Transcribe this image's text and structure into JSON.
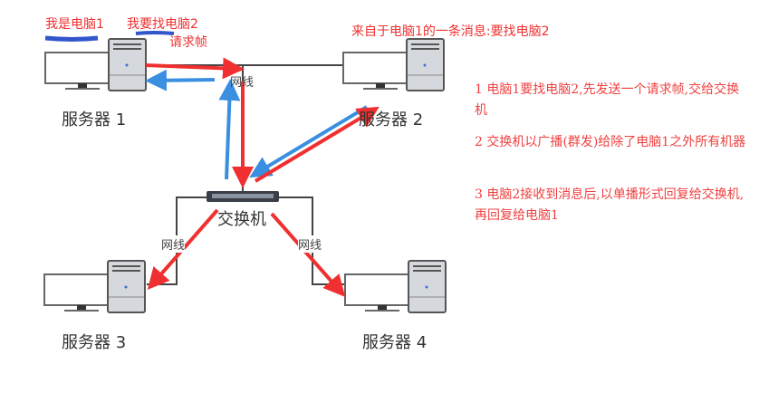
{
  "annotations": {
    "pc1_self": "我是电脑1",
    "pc1_want": "我要找电脑2",
    "request_frame": "请求帧",
    "message_from": "来自于电脑1的一条消息:要找电脑2"
  },
  "nodes": {
    "server1": "服务器 1",
    "server2": "服务器 2",
    "server3": "服务器 3",
    "server4": "服务器 4",
    "switch": "交换机"
  },
  "wires": {
    "top": "网线",
    "left": "网线",
    "right": "网线"
  },
  "notes": [
    "1  电脑1要找电脑2,先发送一个请求帧,交给交换机",
    "2  交换机以广播(群发)给除了电脑1之外所有机器",
    "3  电脑2接收到消息后,以单播形式回复给交换机,再回复给电脑1"
  ],
  "colors": {
    "red": "#f03030",
    "blue": "#3a8fe0",
    "underline": "#3355cc"
  }
}
